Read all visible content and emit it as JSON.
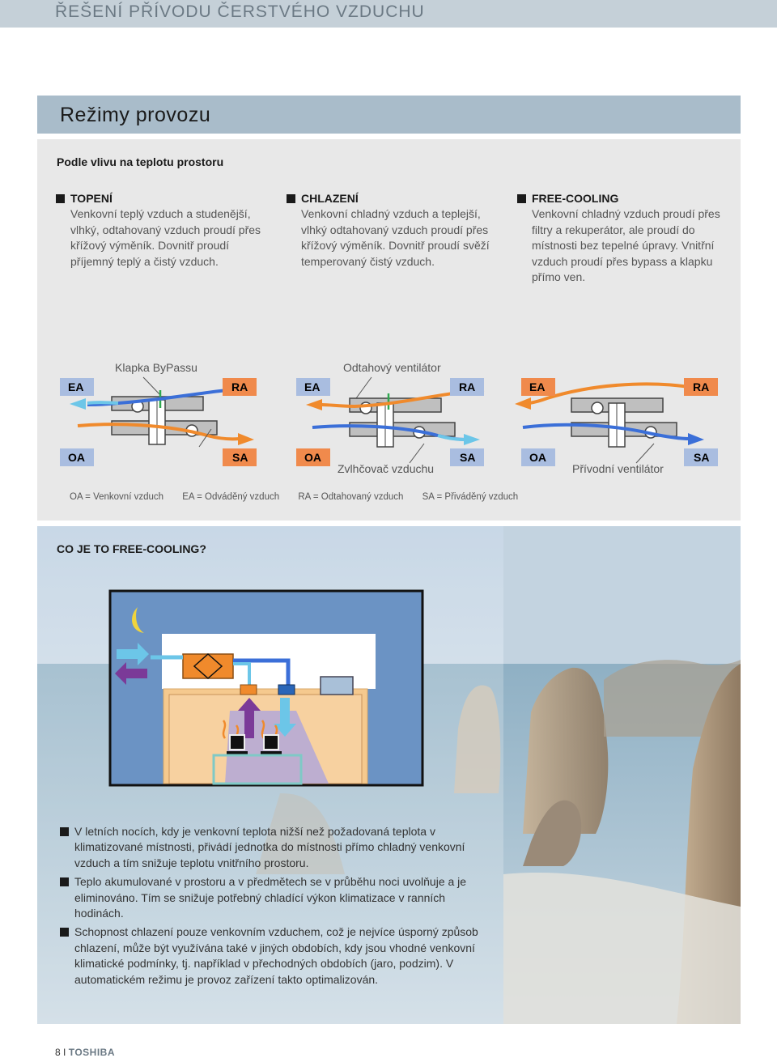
{
  "header": {
    "title": "ŘEŠENÍ PŘÍVODU ČERSTVÉHO VZDUCHU"
  },
  "modes": {
    "title": "Režimy provozu",
    "subtitle": "Podle vlivu na teplotu prostoru",
    "columns": [
      {
        "head": "TOPENÍ",
        "body": "Venkovní teplý vzduch a studenější, vlhký, odtahovaný vzduch proudí přes křížový výměník. Dovnitř proudí příjemný teplý a čistý vzduch."
      },
      {
        "head": "CHLAZENÍ",
        "body": "Venkovní chladný vzduch a teplejší, vlhký odtahovaný vzduch proudí přes křížový výměník. Dovnitř proudí svěží temperovaný čistý vzduch."
      },
      {
        "head": "FREE-COOLING",
        "body": "Venkovní chladný vzduch proudí přes filtry a rekuperátor, ale proudí do místnosti bez tepelné úpravy. Vnitřní vzduch proudí přes bypass a klapku přímo ven."
      }
    ],
    "diagram_labels": {
      "bypass": "Klapka ByPassu",
      "exhaust_fan": "Odtahový ventilátor",
      "humidifier": "Zvlhčovač vzduchu",
      "supply_fan": "Přívodní ventilátor",
      "ea": "EA",
      "ra": "RA",
      "oa": "OA",
      "sa": "SA"
    },
    "legend": [
      "OA = Venkovní vzduch",
      "EA = Odváděný vzduch",
      "RA = Odtahovaný vzduch",
      "SA = Přiváděný vzduch"
    ],
    "colors": {
      "warm": "#f08a2c",
      "cool": "#3b6fd8",
      "light": "#6cc6e8",
      "purple": "#7b3a98",
      "tag_blue": "#a9bde0",
      "tag_orange": "#f08a4c"
    }
  },
  "free_cooling": {
    "title": "CO JE TO FREE-COOLING?",
    "items": [
      "V letních nocích, kdy je venkovní teplota nižší než požadovaná teplota v klimatizované místnosti, přivádí jednotka do místnosti přímo chladný venkovní vzduch a tím snižuje teplotu vnitřního prostoru.",
      "Teplo akumulované v prostoru a v předmětech se v průběhu noci uvolňuje a je eliminováno. Tím se snižuje potřebný chladící výkon klimatizace v ranních hodinách.",
      "Schopnost chlazení pouze venkovním vzduchem, což je nejvíce úsporný způsob chlazení, může být využívána také v jiných obdobích, kdy jsou vhodné venkovní klimatické podmínky, tj. například v přechodných obdobích (jaro, podzim). V automatickém režimu je provoz zařízení takto optimalizován."
    ]
  },
  "footer": {
    "page": "8",
    "separator": "I",
    "brand": "TOSHIBA"
  }
}
